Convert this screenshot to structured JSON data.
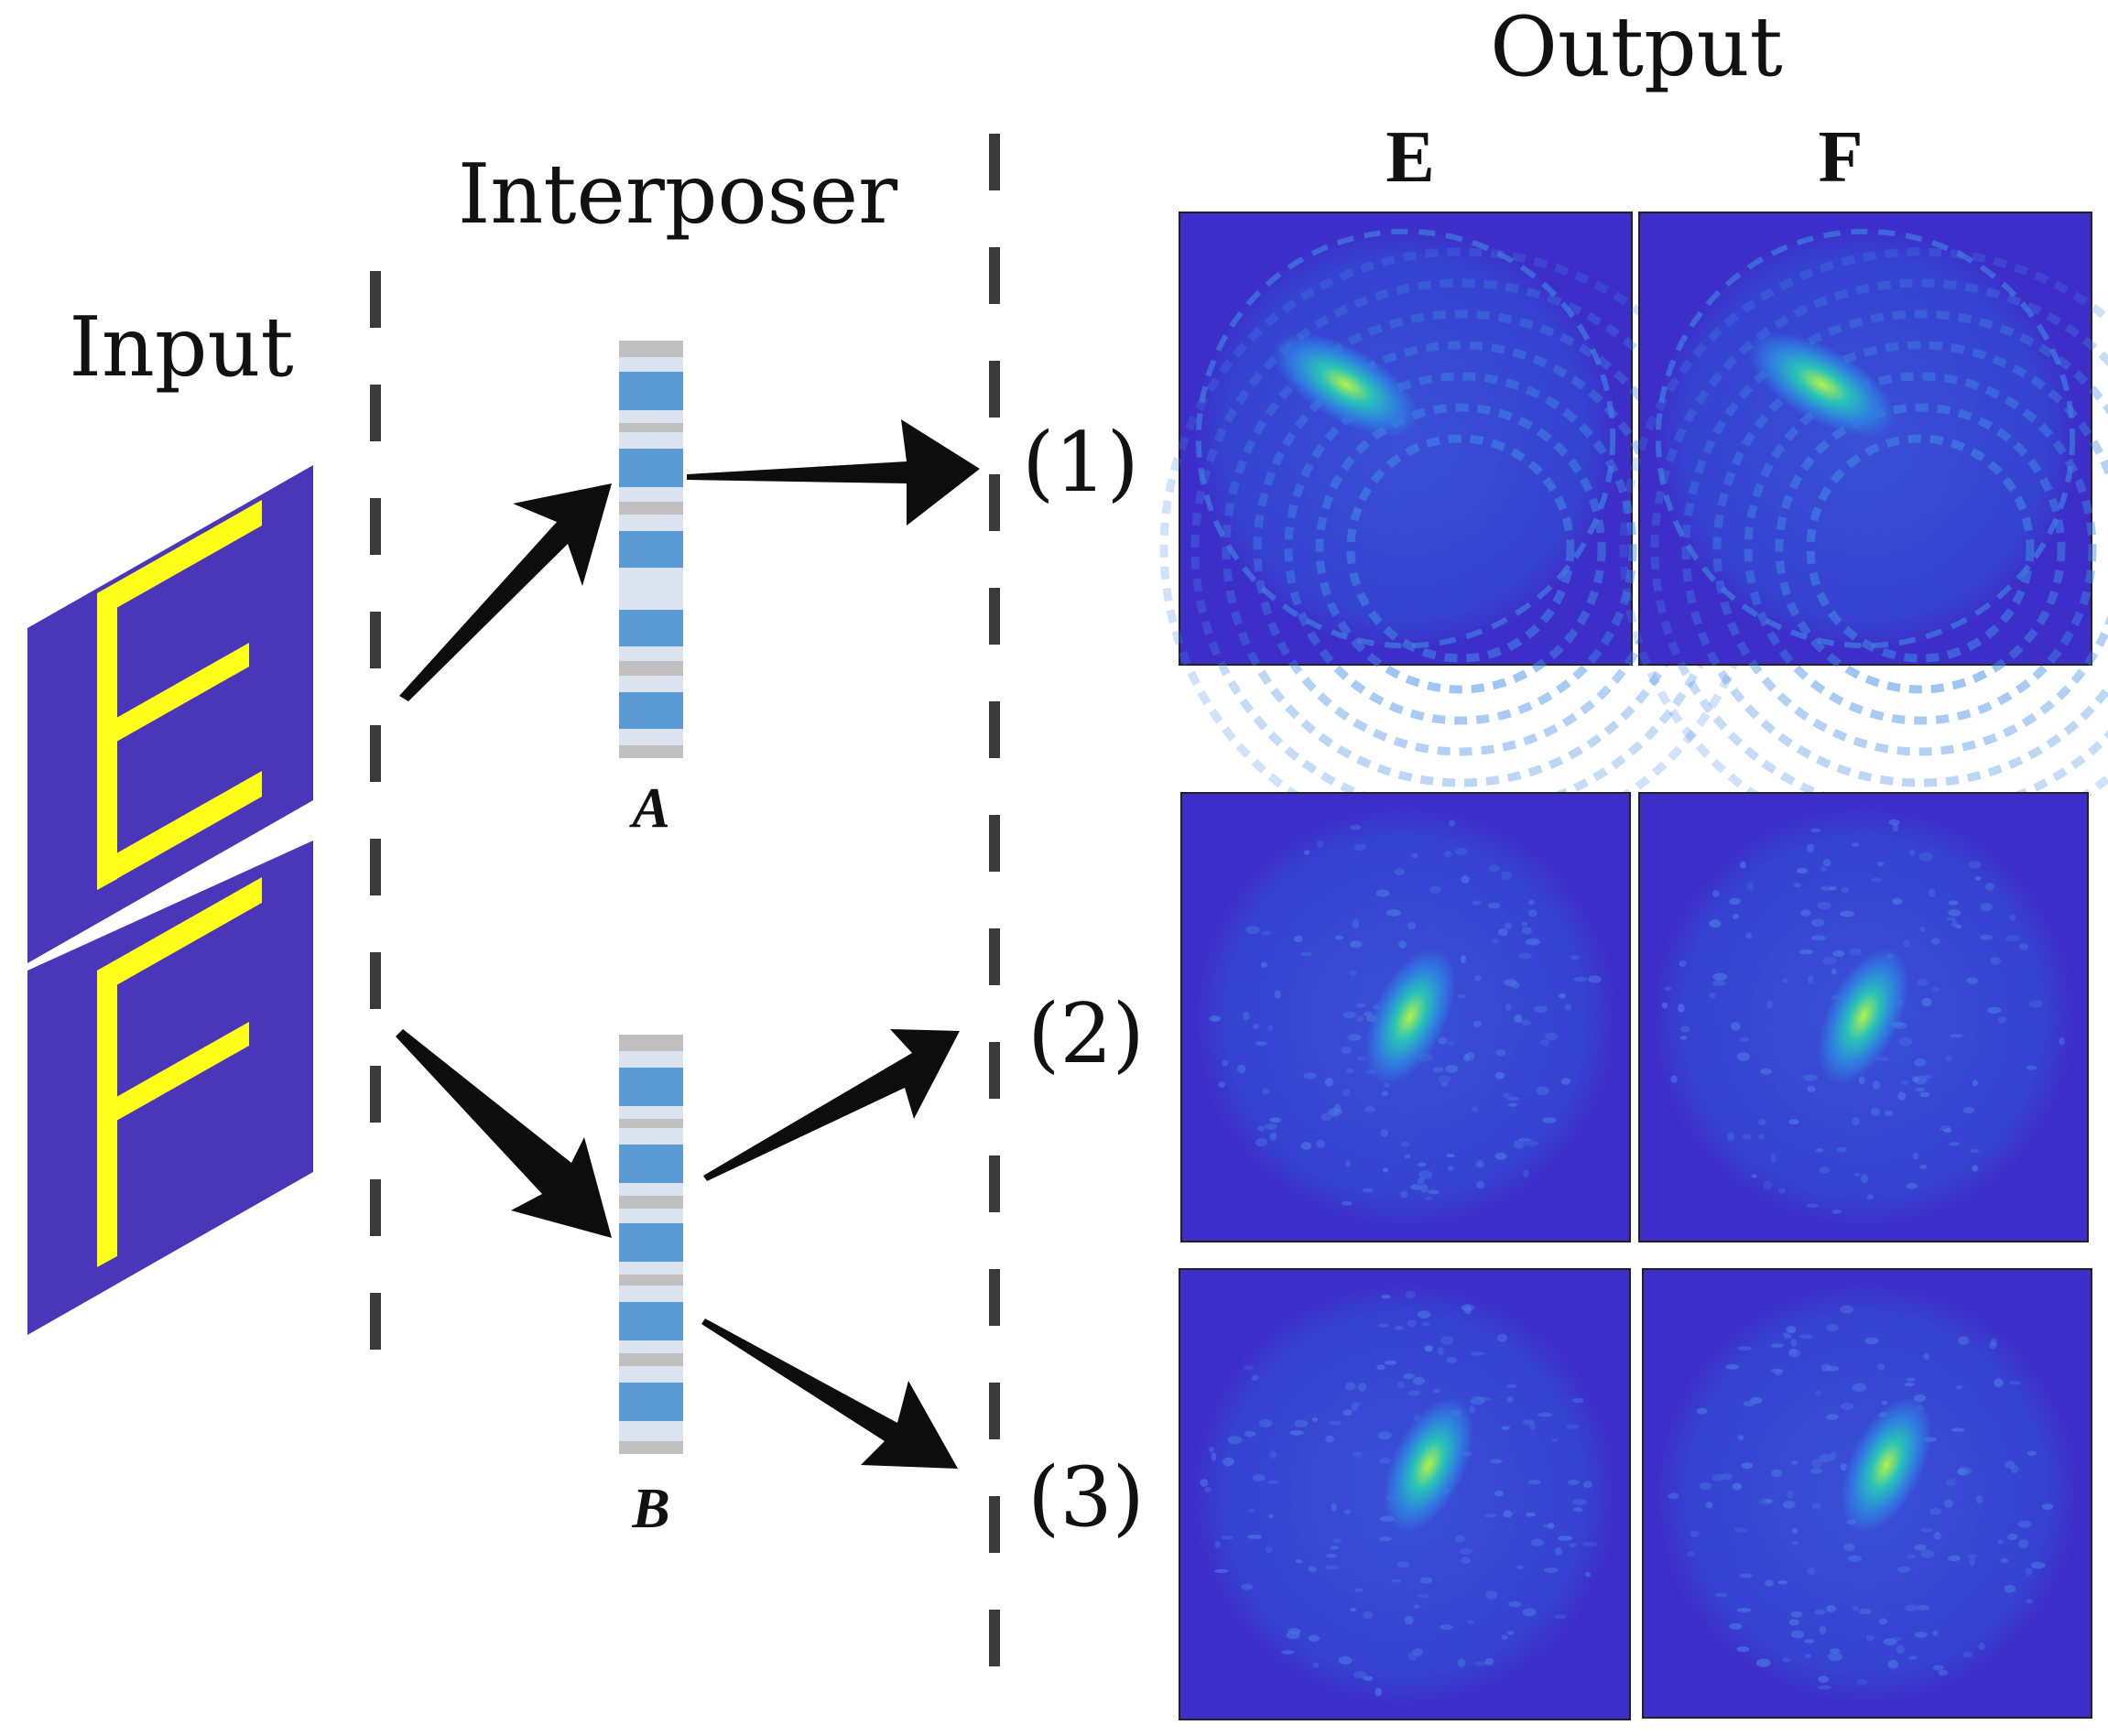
{
  "labels": {
    "input": "Input",
    "interposer": "Interposer",
    "output": "Output",
    "col_e": "E",
    "col_f": "F",
    "interposer_a": "A",
    "interposer_b": "B",
    "out1": "(1)",
    "out2": "(2)",
    "out3": "(3)"
  },
  "input_letters": [
    "E",
    "F"
  ],
  "colors": {
    "panel_purple": "#4a36b8",
    "letter_yellow": "#ffff1a",
    "field_bg": "#3d2ec9",
    "stripe_blue": "#5b9bd5",
    "stripe_light": "#dbe3f1",
    "stripe_gray": "#bfbfbf",
    "arrow": "#0d0d0d",
    "dash": "#3a3a3a"
  }
}
